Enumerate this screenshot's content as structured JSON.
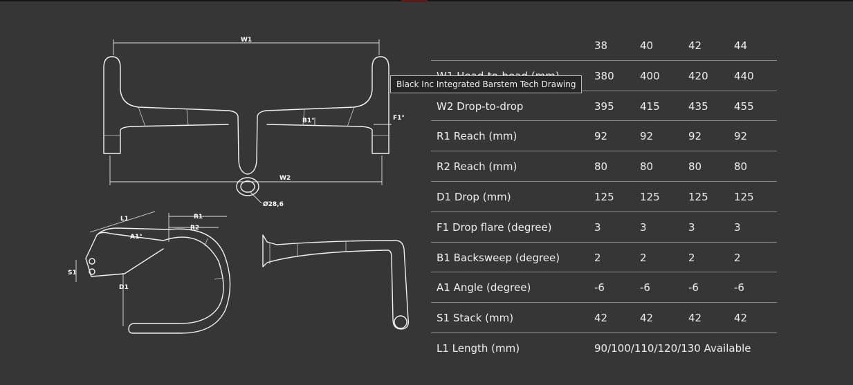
{
  "tooltip": "Black Inc Integrated Barstem Tech Drawing",
  "drawing": {
    "front": {
      "w1": "W1",
      "w2": "W2",
      "b1": "B1°",
      "f1": "F1°",
      "diameter": "Ø28,6"
    },
    "side": {
      "l1": "L1",
      "r1": "R1",
      "r2": "R2",
      "a1": "A1°",
      "s1": "S1",
      "d1": "D1"
    }
  },
  "table": {
    "header": [
      "38",
      "40",
      "42",
      "44"
    ],
    "rows": [
      {
        "label": "W1 Head-to-head (mm)",
        "values": [
          "380",
          "400",
          "420",
          "440"
        ]
      },
      {
        "label": "W2 Drop-to-drop",
        "values": [
          "395",
          "415",
          "435",
          "455"
        ]
      },
      {
        "label": "R1 Reach (mm)",
        "values": [
          "92",
          "92",
          "92",
          "92"
        ]
      },
      {
        "label": "R2 Reach (mm)",
        "values": [
          "80",
          "80",
          "80",
          "80"
        ]
      },
      {
        "label": "D1 Drop (mm)",
        "values": [
          "125",
          "125",
          "125",
          "125"
        ]
      },
      {
        "label": "F1 Drop flare (degree)",
        "values": [
          "3",
          "3",
          "3",
          "3"
        ]
      },
      {
        "label": "B1 Backsweep (degree)",
        "values": [
          "2",
          "2",
          "2",
          "2"
        ]
      },
      {
        "label": "A1 Angle (degree)",
        "values": [
          "-6",
          "-6",
          "-6",
          "-6"
        ]
      },
      {
        "label": "S1 Stack (mm)",
        "values": [
          "42",
          "42",
          "42",
          "42"
        ]
      }
    ],
    "last_row": {
      "label": "L1 Length (mm)",
      "value": "90/100/110/120/130 Available"
    }
  }
}
